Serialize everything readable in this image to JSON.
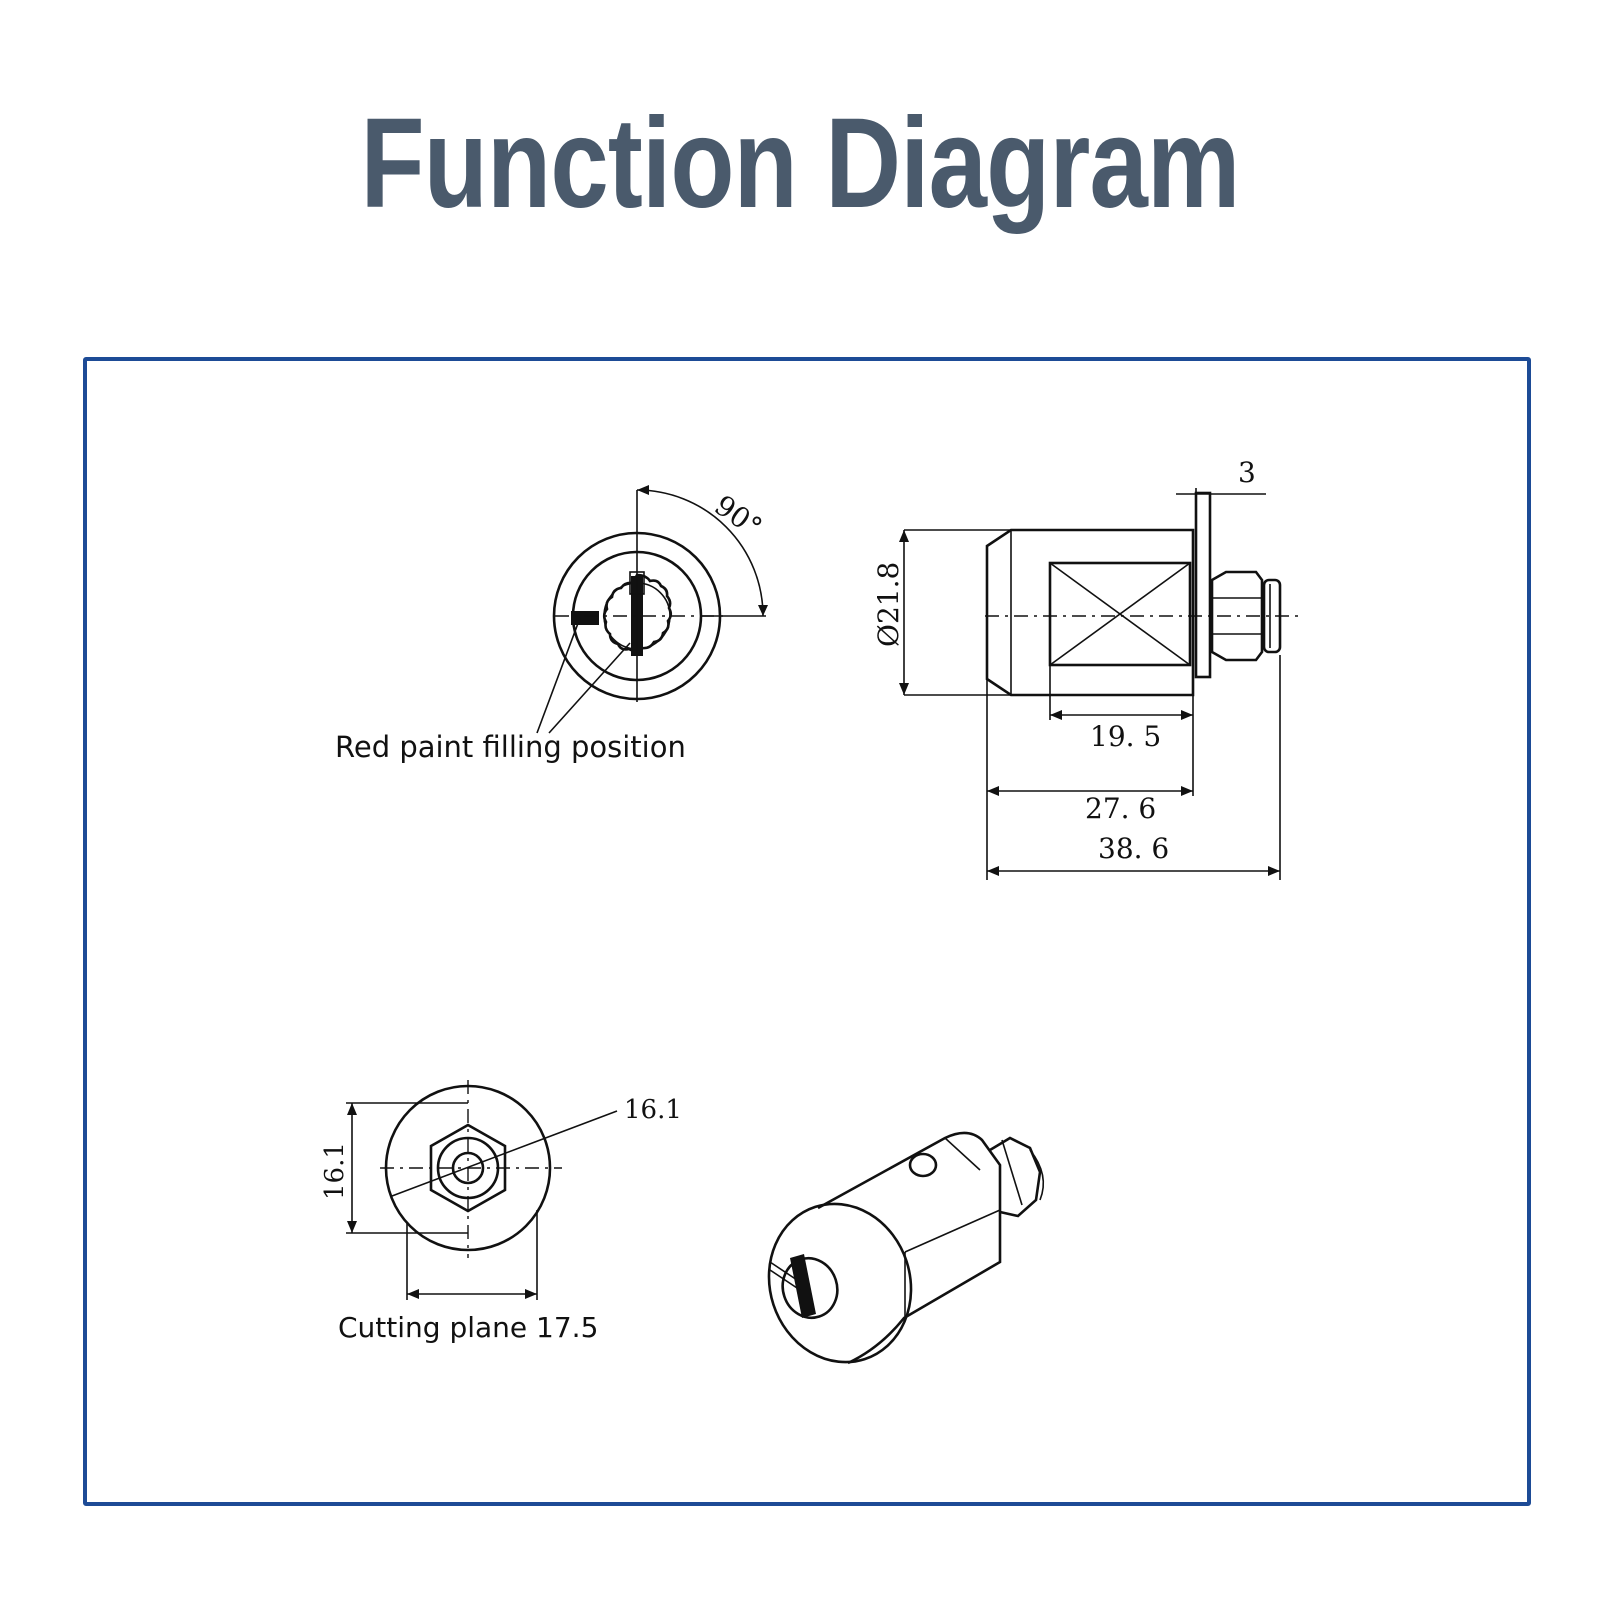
{
  "title": "Function Diagram",
  "colors": {
    "title": "#4a5a6c",
    "frame": "#1d4b96",
    "line": "#111111"
  },
  "front_view": {
    "angle_label": "90°",
    "callout_label": "Red paint filling position"
  },
  "side_view": {
    "dim_flange": "3",
    "dim_diameter": "Ø21.8",
    "dim_body_inner": "19. 5",
    "dim_body": "27. 6",
    "dim_total": "38. 6"
  },
  "rear_view": {
    "dim_height": "16.1",
    "dim_hex": "16.1",
    "dim_cutting_plane": "Cutting plane 17.5"
  }
}
